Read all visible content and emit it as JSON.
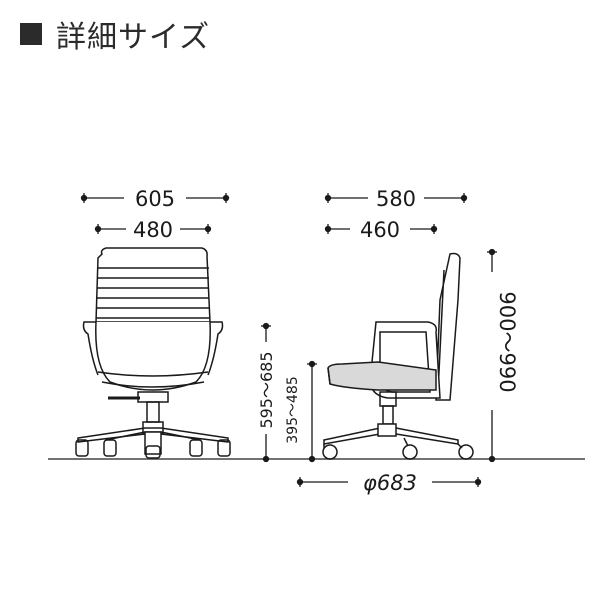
{
  "header": {
    "title": "詳細サイズ",
    "square_color": "#2b2b2b"
  },
  "front_view": {
    "overall_width": "605",
    "seat_width": "480"
  },
  "side_view": {
    "overall_depth": "580",
    "seat_depth": "460",
    "overall_height": "900～990",
    "arm_height": "595～685",
    "seat_height": "395～485",
    "base_diameter": "φ683"
  },
  "colors": {
    "line": "#1a1a1a",
    "seat": "#d9d9d9",
    "floor": "#555555"
  }
}
